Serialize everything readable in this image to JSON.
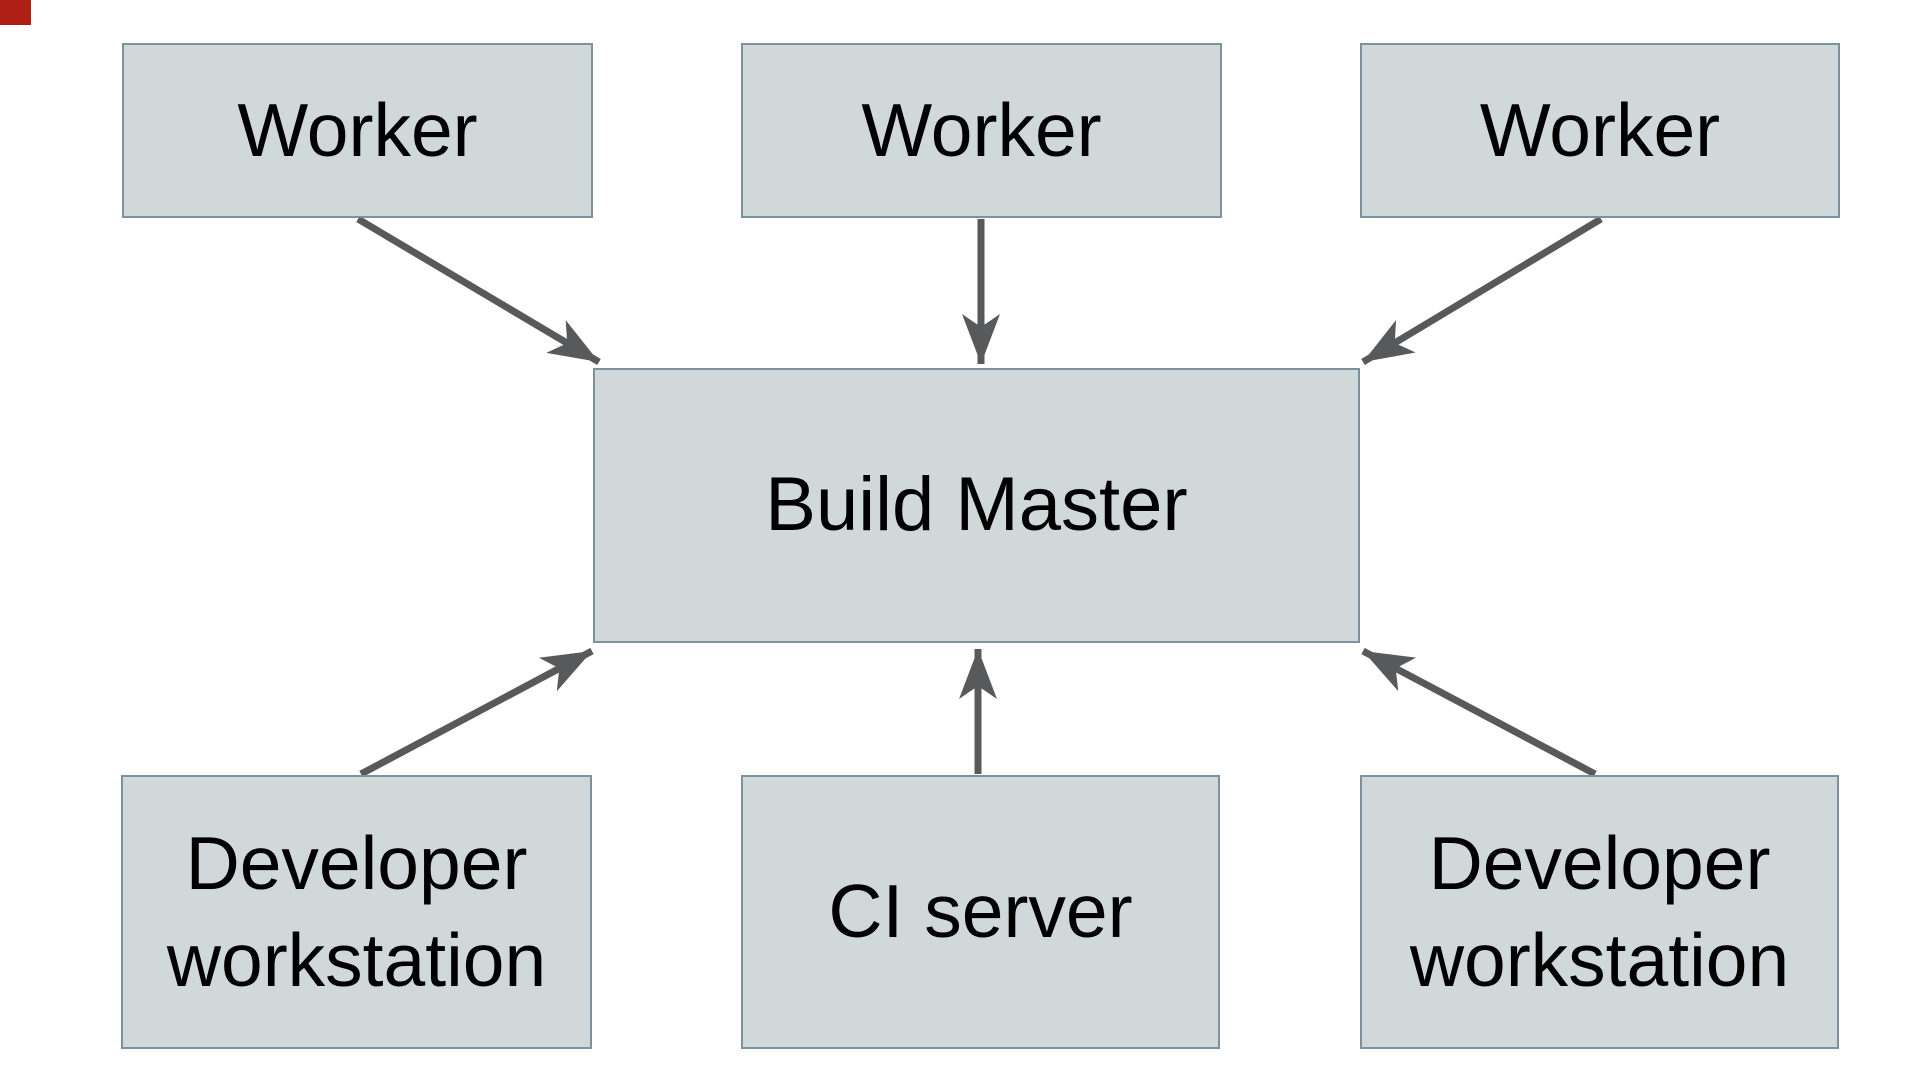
{
  "theme": {
    "box_fill": "#d1d8da",
    "box_border": "#7d929c",
    "arrow_color": "#58595a",
    "text_color": "#000000",
    "background": "#ffffff",
    "corner_marker": "#b01f16"
  },
  "diagram_title": "",
  "nodes": [
    {
      "id": "worker-1",
      "label": "Worker"
    },
    {
      "id": "worker-2",
      "label": "Worker"
    },
    {
      "id": "worker-3",
      "label": "Worker"
    },
    {
      "id": "build-master",
      "label": "Build Master"
    },
    {
      "id": "developer-workstation-1",
      "label": "Developer workstation"
    },
    {
      "id": "ci-server",
      "label": "CI server"
    },
    {
      "id": "developer-workstation-2",
      "label": "Developer workstation"
    }
  ],
  "edges": [
    {
      "from": "worker-1",
      "to": "build-master",
      "direction": "into build-master"
    },
    {
      "from": "worker-2",
      "to": "build-master",
      "direction": "into build-master"
    },
    {
      "from": "worker-3",
      "to": "build-master",
      "direction": "into build-master"
    },
    {
      "from": "developer-workstation-1",
      "to": "build-master",
      "direction": "into build-master"
    },
    {
      "from": "ci-server",
      "to": "build-master",
      "direction": "into build-master"
    },
    {
      "from": "developer-workstation-2",
      "to": "build-master",
      "direction": "into build-master"
    }
  ]
}
